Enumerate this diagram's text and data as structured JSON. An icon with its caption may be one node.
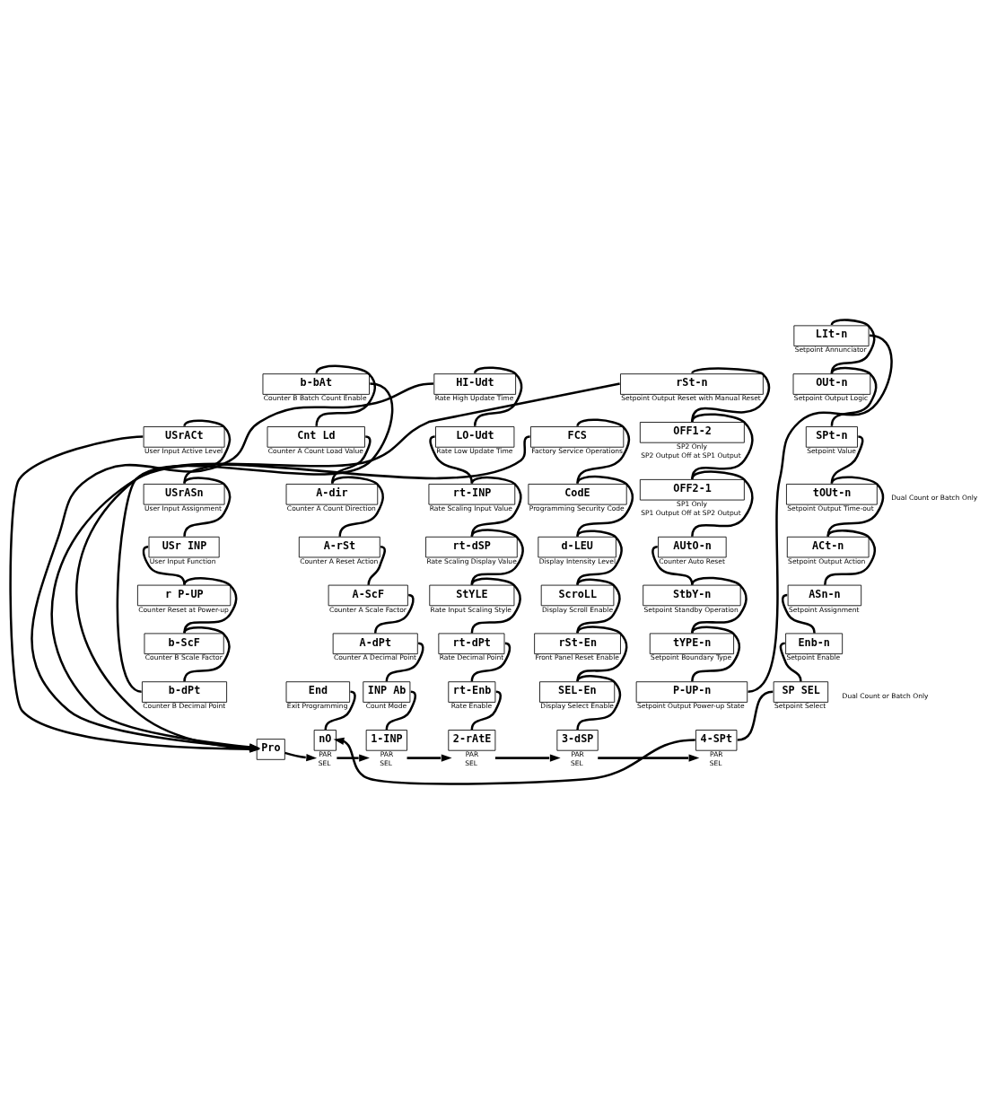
{
  "diagram": {
    "nodes": [
      {
        "text": [
          "Pro"
        ]
      },
      {
        "text": [
          "nO"
        ],
        "beside": [
          "PAR",
          "SEL"
        ]
      },
      {
        "text": [
          "End"
        ],
        "beside": [
          "Exit Programming"
        ]
      },
      {
        "text": [
          "1-INP"
        ],
        "beside": [
          "PAR",
          "SEL"
        ]
      },
      {
        "text": [
          "INP Ab"
        ],
        "beside": [
          "Count Mode"
        ]
      },
      {
        "text": [
          "A-dPt"
        ],
        "beside": [
          "Counter A Decimal Point"
        ]
      },
      {
        "text": [
          "A-ScF"
        ],
        "beside": [
          "Counter A Scale Factor"
        ]
      },
      {
        "text": [
          "A-rSt"
        ],
        "beside": [
          "Counter A Reset Action"
        ]
      },
      {
        "text": [
          "A-dir"
        ],
        "beside": [
          "Counter A Count Direction"
        ]
      },
      {
        "text": [
          "Cnt Ld"
        ],
        "beside": [
          "Counter A Count Load Value"
        ]
      },
      {
        "text": [
          "b-bAt"
        ],
        "beside": [
          "Counter B Batch Count Enable"
        ]
      },
      {
        "text": [
          "b-dPt"
        ],
        "beside": [
          "Counter B Decimal Point"
        ]
      },
      {
        "text": [
          "b-ScF"
        ],
        "beside": [
          "Counter B Scale Factor"
        ]
      },
      {
        "text": [
          "r P-UP"
        ],
        "beside": [
          "Counter Reset at Power-up"
        ]
      },
      {
        "text": [
          "USr INP"
        ],
        "beside": [
          "User Input Function"
        ]
      },
      {
        "text": [
          "USrASn"
        ],
        "beside": [
          "User Input Assignment"
        ]
      },
      {
        "text": [
          "USrACt"
        ],
        "beside": [
          "User Input Active Level"
        ]
      },
      {
        "text": [
          "2-rAtE"
        ],
        "beside": [
          "PAR",
          "SEL"
        ]
      },
      {
        "text": [
          "rt-Enb"
        ],
        "beside": [
          "Rate Enable"
        ]
      },
      {
        "text": [
          "rt-dPt"
        ],
        "beside": [
          "Rate Decimal Point"
        ]
      },
      {
        "text": [
          "StYLE"
        ],
        "beside": [
          "Rate Input Scaling Style"
        ]
      },
      {
        "text": [
          "rt-dSP"
        ],
        "beside": [
          "Rate Scaling Display Value"
        ]
      },
      {
        "text": [
          "rt-INP"
        ],
        "beside": [
          "Rate Scaling Input Value"
        ]
      },
      {
        "text": [
          "LO-Udt"
        ],
        "beside": [
          "Rate Low Update Time"
        ]
      },
      {
        "text": [
          "HI-Udt"
        ],
        "beside": [
          "Rate High Update Time"
        ]
      },
      {
        "text": [
          "3-dSP"
        ],
        "beside": [
          "PAR",
          "SEL"
        ]
      },
      {
        "text": [
          "SEL-En"
        ],
        "beside": [
          "Display Select Enable"
        ]
      },
      {
        "text": [
          "rSt-En"
        ],
        "beside": [
          "Front Panel Reset Enable"
        ]
      },
      {
        "text": [
          "ScroLL"
        ],
        "beside": [
          "Display Scroll Enable"
        ]
      },
      {
        "text": [
          "d-LEU"
        ],
        "beside": [
          "Display Intensity Level"
        ]
      },
      {
        "text": [
          "CodE"
        ],
        "beside": [
          "Programming Security Code"
        ]
      },
      {
        "text": [
          "FCS"
        ],
        "beside": [
          "Factory Service Operations"
        ]
      },
      {
        "text": [
          "4-SPt"
        ],
        "beside": [
          "PAR",
          "SEL"
        ]
      },
      {
        "text": [
          "SP SEL"
        ],
        "beside": [
          "Setpoint Select"
        ]
      },
      {
        "text": [
          "Enb-n"
        ],
        "beside": [
          "Setpoint Enable"
        ]
      },
      {
        "text": [
          "ASn-n"
        ],
        "beside": [
          "Setpoint Assignment"
        ]
      },
      {
        "text": [
          "ACt-n"
        ],
        "beside": [
          "Setpoint Output Action"
        ]
      },
      {
        "text": [
          "tOUt-n"
        ],
        "beside": [
          "Setpoint Output Time-out"
        ]
      },
      {
        "text": [
          "SPt-n"
        ],
        "beside": [
          "Setpoint Value"
        ]
      },
      {
        "text": [
          "OUt-n"
        ],
        "beside": [
          "Setpoint Output Logic"
        ]
      },
      {
        "text": [
          "LIt-n"
        ],
        "beside": [
          "Setpoint Annunciator"
        ]
      },
      {
        "text": [
          "P-UP-n"
        ],
        "beside": [
          "Setpoint Output Power-up State"
        ]
      },
      {
        "text": [
          "tYPE-n"
        ],
        "beside": [
          "Setpoint Boundary Type"
        ]
      },
      {
        "text": [
          "StbY-n"
        ],
        "beside": [
          "Setpoint Standby Operation"
        ]
      },
      {
        "text": [
          "AUtO-n"
        ],
        "beside": [
          "Counter Auto Reset"
        ]
      },
      {
        "text": [
          "OFF2-1"
        ],
        "beside": [
          "SP1 Only",
          "SP1 Output Off at SP2 Output"
        ]
      },
      {
        "text": [
          "OFF1-2"
        ],
        "beside": [
          "SP2 Only",
          "SP2 Output Off at SP1 Output"
        ]
      },
      {
        "text": [
          "rSt-n"
        ],
        "beside": [
          "Setpoint Output Reset with Manual Reset"
        ]
      }
    ],
    "edges": [
      {
        "from": 0,
        "to": 1,
        "arrow": "to"
      },
      {
        "from": 1,
        "to": 2,
        "arrow": "none"
      },
      {
        "from": 1,
        "to": 3,
        "arrow": "to"
      },
      {
        "from": 3,
        "to": 4,
        "arrow": "none"
      },
      {
        "from": 4,
        "to": 5,
        "arrow": "none"
      },
      {
        "from": 5,
        "to": 6,
        "arrow": "none"
      },
      {
        "from": 6,
        "to": 7,
        "arrow": "none"
      },
      {
        "from": 7,
        "to": 8,
        "arrow": "none"
      },
      {
        "from": 8,
        "to": 9,
        "arrow": "none"
      },
      {
        "from": 9,
        "to": 10,
        "arrow": "none"
      },
      {
        "from": 10,
        "to": 11,
        "arrow": "none"
      },
      {
        "from": 11,
        "to": 12,
        "arrow": "none"
      },
      {
        "from": 12,
        "to": 13,
        "arrow": "none"
      },
      {
        "from": 13,
        "to": 14,
        "arrow": "none"
      },
      {
        "from": 14,
        "to": 15,
        "arrow": "none"
      },
      {
        "from": 15,
        "to": 16,
        "arrow": "none"
      },
      {
        "from": 16,
        "to": 0,
        "arrow": "to"
      },
      {
        "from": 3,
        "to": 17,
        "arrow": "to"
      },
      {
        "from": 17,
        "to": 18,
        "arrow": "none"
      },
      {
        "from": 18,
        "to": 19,
        "arrow": "none"
      },
      {
        "from": 19,
        "to": 20,
        "arrow": "none"
      },
      {
        "from": 20,
        "to": 21,
        "arrow": "none"
      },
      {
        "from": 21,
        "to": 22,
        "arrow": "none"
      },
      {
        "from": 22,
        "to": 23,
        "arrow": "none"
      },
      {
        "from": 23,
        "to": 24,
        "arrow": "none"
      },
      {
        "from": 24,
        "to": 0,
        "arrow": "to"
      },
      {
        "from": 17,
        "to": 25,
        "arrow": "to"
      },
      {
        "from": 25,
        "to": 26,
        "arrow": "none"
      },
      {
        "from": 26,
        "to": 27,
        "arrow": "none"
      },
      {
        "from": 27,
        "to": 28,
        "arrow": "none"
      },
      {
        "from": 28,
        "to": 29,
        "arrow": "none"
      },
      {
        "from": 29,
        "to": 30,
        "arrow": "none"
      },
      {
        "from": 30,
        "to": 31,
        "arrow": "none"
      },
      {
        "from": 31,
        "to": 0,
        "arrow": "to"
      },
      {
        "from": 25,
        "to": 32,
        "arrow": "to"
      },
      {
        "from": 32,
        "to": 33,
        "arrow": "none"
      },
      {
        "from": 33,
        "to": 34,
        "arrow": "none"
      },
      {
        "from": 34,
        "to": 35,
        "arrow": "none"
      },
      {
        "from": 35,
        "to": 36,
        "arrow": "none"
      },
      {
        "from": 36,
        "to": 37,
        "arrow": "none"
      },
      {
        "from": 37,
        "to": 38,
        "arrow": "none"
      },
      {
        "from": 38,
        "to": 39,
        "arrow": "none"
      },
      {
        "from": 39,
        "to": 40,
        "arrow": "none"
      },
      {
        "from": 40,
        "to": 41,
        "arrow": "none"
      },
      {
        "from": 41,
        "to": 42,
        "arrow": "none"
      },
      {
        "from": 42,
        "to": 43,
        "arrow": "none"
      },
      {
        "from": 43,
        "to": 44,
        "arrow": "none"
      },
      {
        "from": 44,
        "to": 45,
        "arrow": "none"
      },
      {
        "from": 45,
        "to": 46,
        "arrow": "none"
      },
      {
        "from": 46,
        "to": 47,
        "arrow": "none"
      },
      {
        "from": 47,
        "to": 0,
        "arrow": "to"
      },
      {
        "from": 32,
        "to": 1,
        "arrow": "to"
      }
    ],
    "labels": [
      "Dual Count or Batch Only",
      "Dual Count or Batch Only"
    ]
  }
}
